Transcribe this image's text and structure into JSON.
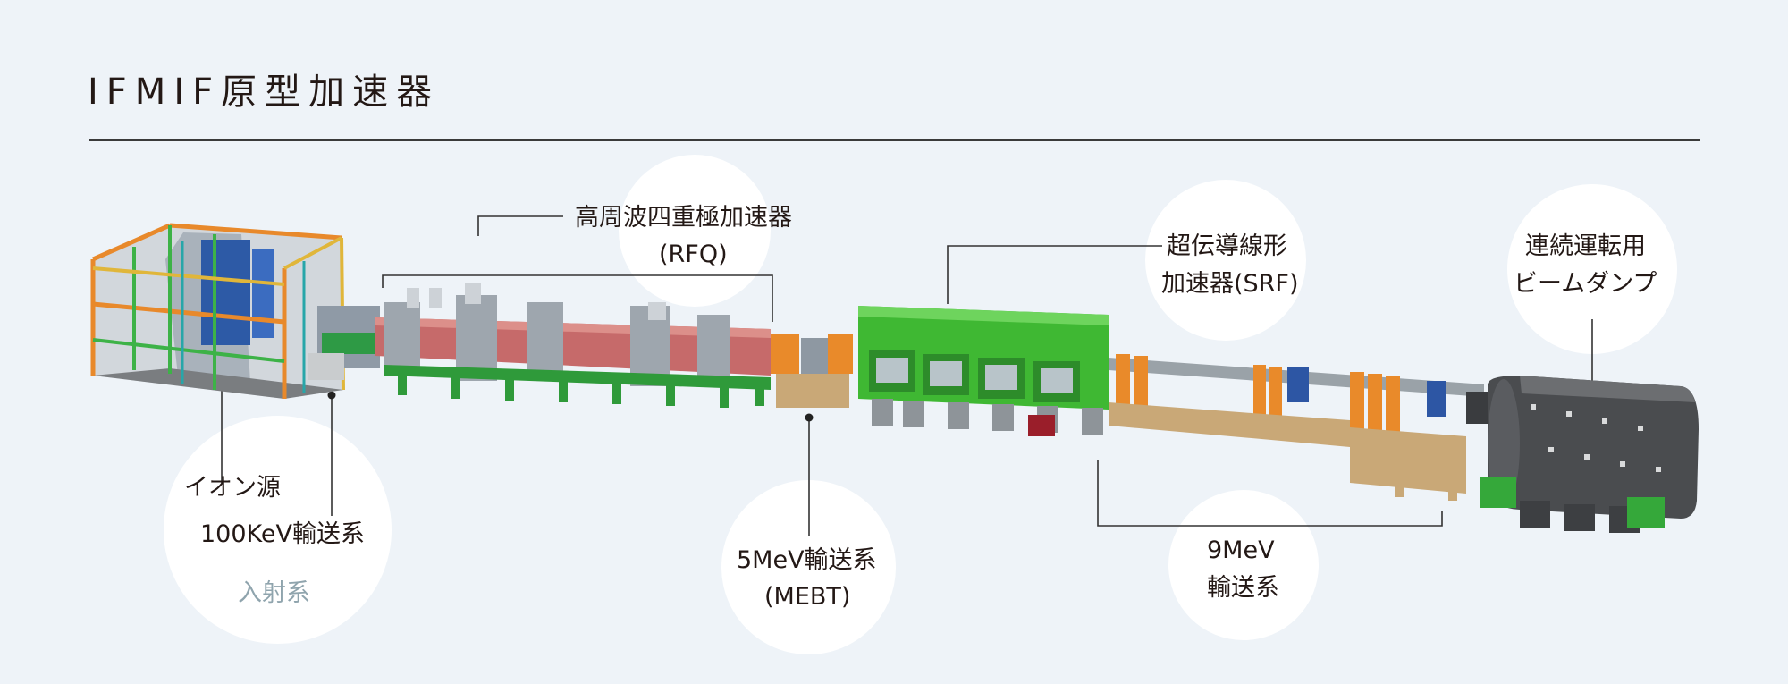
{
  "title": "IFMIF原型加速器",
  "labels": {
    "ion_source": "イオン源",
    "lebt": "100KeV輸送系",
    "injector": "入射系",
    "rfq_line1": "高周波四重極加速器",
    "rfq_line2": "(RFQ)",
    "mebt_line1": "5MeV輸送系",
    "mebt_line2": "(MEBT)",
    "srf_line1": "超伝導線形",
    "srf_line2": "加速器(SRF)",
    "hebt_line1": "9MeV",
    "hebt_line2": "輸送系",
    "dump_line1": "連続運転用",
    "dump_line2": "ビームダンプ"
  },
  "colors": {
    "background": "#eef3f8",
    "text": "#231815",
    "muted_text": "#8fa4ad",
    "cryomodule_green": "#3fb833",
    "support_green": "#2f9a3a",
    "magnet_orange": "#e98a2a",
    "frame_tan": "#c9a877",
    "dump_gray": "#4a4c4f"
  }
}
